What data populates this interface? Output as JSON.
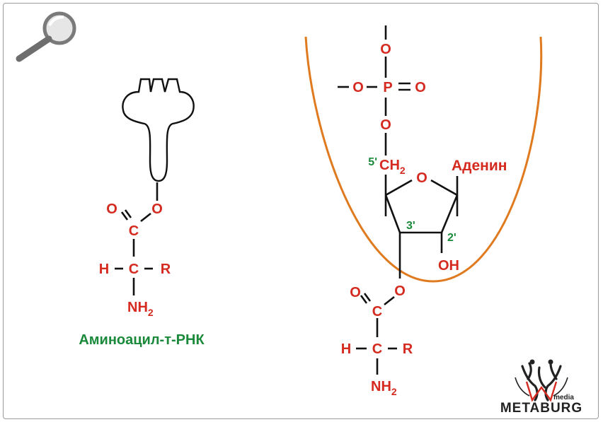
{
  "left_molecule": {
    "ester_o_double": "O",
    "ester_o_link": "O",
    "carbonyl_c": "C",
    "h": "H",
    "alpha_c": "C",
    "r": "R",
    "nh2_main": "NH",
    "nh2_sub": "2",
    "caption": "Аминоацил-т-РНК"
  },
  "right_molecule": {
    "phosphate_o_top": "O",
    "phosphate_o_left": "O",
    "phosphate_p": "P",
    "phosphate_o_right": "O",
    "phosphate_o_bottom": "O",
    "label_5prime": "5'",
    "ch2_main": "CH",
    "ch2_sub": "2",
    "ring_o": "O",
    "adenine": "Аденин",
    "label_3prime": "3'",
    "label_2prime": "2'",
    "oh": "OH",
    "ester_o_double": "O",
    "ester_o_link": "O",
    "carbonyl_c": "C",
    "h": "H",
    "alpha_c": "C",
    "r": "R",
    "nh2_main": "NH",
    "nh2_sub": "2"
  },
  "logo": {
    "brand": "METABURG",
    "small": "media"
  },
  "colors": {
    "atom_red": "#d42a1f",
    "label_green": "#1a8a3a",
    "ribosome_orange": "#e07a1f",
    "bond_black": "#111111"
  },
  "icons": {
    "top_left": "magnifier-icon",
    "bottom_right": "metaburg-logo-icon"
  }
}
